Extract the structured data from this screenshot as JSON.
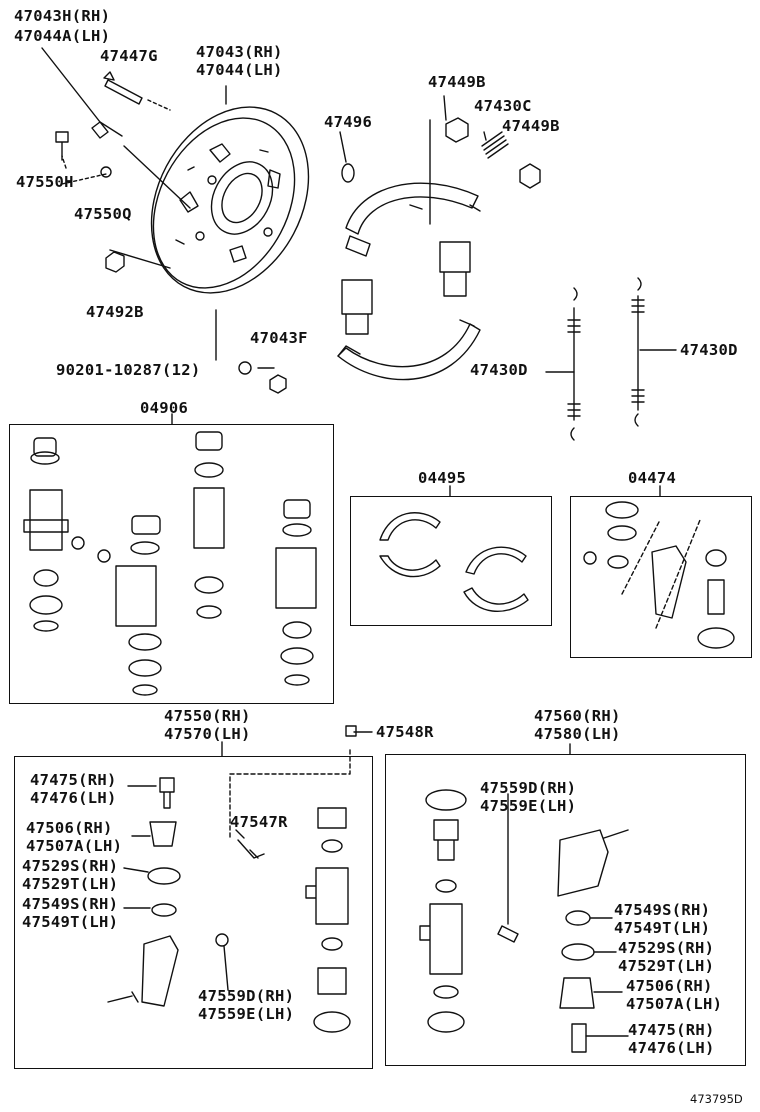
{
  "labels": {
    "l_47043H": "47043H(RH)",
    "l_47044A": "47044A(LH)",
    "l_47447G": "47447G",
    "l_47043": "47043(RH)",
    "l_47044": "47044(LH)",
    "l_47449B_a": "47449B",
    "l_47430C": "47430C",
    "l_47449B_b": "47449B",
    "l_47496": "47496",
    "l_47550H": "47550H",
    "l_47550Q": "47550Q",
    "l_47492B": "47492B",
    "l_47043F": "47043F",
    "l_90201": "90201-10287(12)",
    "l_47430D": "47430D",
    "l_47430D_b": "47430D",
    "l_04906": "04906",
    "l_04495": "04495",
    "l_04474": "04474",
    "l_47550RH": "47550(RH)",
    "l_47570LH": "47570(LH)",
    "l_47548R": "47548R",
    "l_47560RH": "47560(RH)",
    "l_47580LH": "47580(LH)",
    "l_47475": "47475(RH)",
    "l_47476": "47476(LH)",
    "l_47506": "47506(RH)",
    "l_47507A": "47507A(LH)",
    "l_47547R": "47547R",
    "l_47529S": "47529S(RH)",
    "l_47529T": "47529T(LH)",
    "l_47549S": "47549S(RH)",
    "l_47549T": "47549T(LH)",
    "l_47559D": "47559D(RH)",
    "l_47559E": "47559E(LH)",
    "r_47559D": "47559D(RH)",
    "r_47559E": "47559E(LH)",
    "r_47549S": "47549S(RH)",
    "r_47549T": "47549T(LH)",
    "r_47529S": "47529S(RH)",
    "r_47529T": "47529T(LH)",
    "r_47506": "47506(RH)",
    "r_47507A": "47507A(LH)",
    "r_47475": "47475(RH)",
    "r_47476": "47476(LH)"
  },
  "footer": {
    "code": "473795D"
  }
}
